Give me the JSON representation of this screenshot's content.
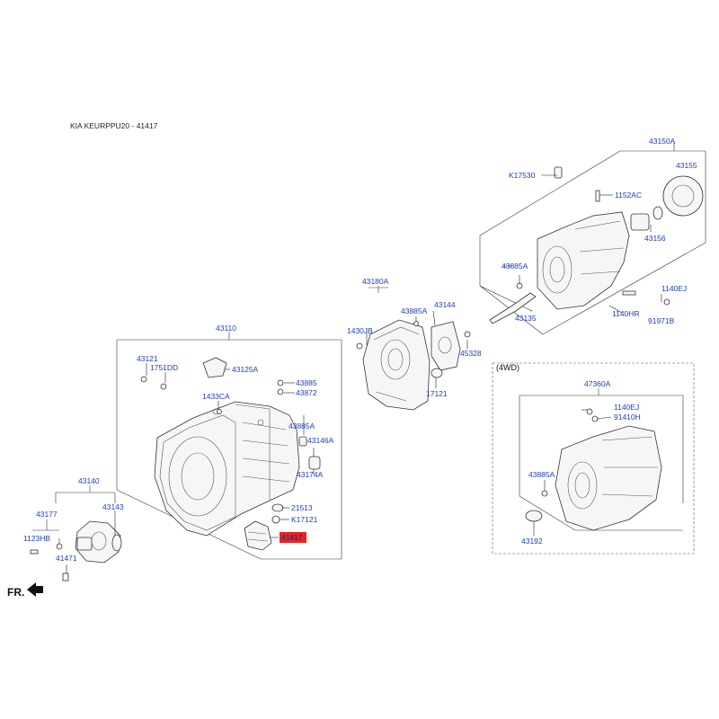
{
  "header": {
    "title": "KIA KEURPPU20 - 41417"
  },
  "front_marker": {
    "label": "FR."
  },
  "group_4wd": {
    "label": "(4WD)"
  },
  "highlight_color": "#e8231d",
  "label_color": "#1a3fbf",
  "labels": {
    "p43150A": "43150A",
    "pK17530": "K17530",
    "p43155": "43155",
    "p1152AC": "1152AC",
    "p43156": "43156",
    "p43885A_top": "43885A",
    "p1140EJ_top": "1140EJ",
    "p43135": "43135",
    "p1140HR": "1140HR",
    "p91971B": "91971B",
    "p43180A": "43180A",
    "p43144": "43144",
    "p1430JB": "1430JB",
    "p43885A_mid": "43885A",
    "p45328": "45328",
    "p17121": "17121",
    "p43110": "43110",
    "p43121": "43121",
    "p1751DD": "1751DD",
    "p43125A": "43125A",
    "p43885": "43885",
    "p43872": "43872",
    "p1433CA": "1433CA",
    "p43885A_case": "43885A",
    "p43146A": "43146A",
    "p43174A": "43174A",
    "p21513": "21513",
    "pK17121": "K17121",
    "p41417": "41417",
    "p43140": "43140",
    "p43177": "43177",
    "p43143": "43143",
    "p1123HB": "1123HB",
    "p41471": "41471",
    "p47360A": "47360A",
    "p1140EJ_4wd": "1140EJ",
    "p91410H": "91410H",
    "p43885A_4wd": "43885A",
    "p43192": "43192"
  }
}
